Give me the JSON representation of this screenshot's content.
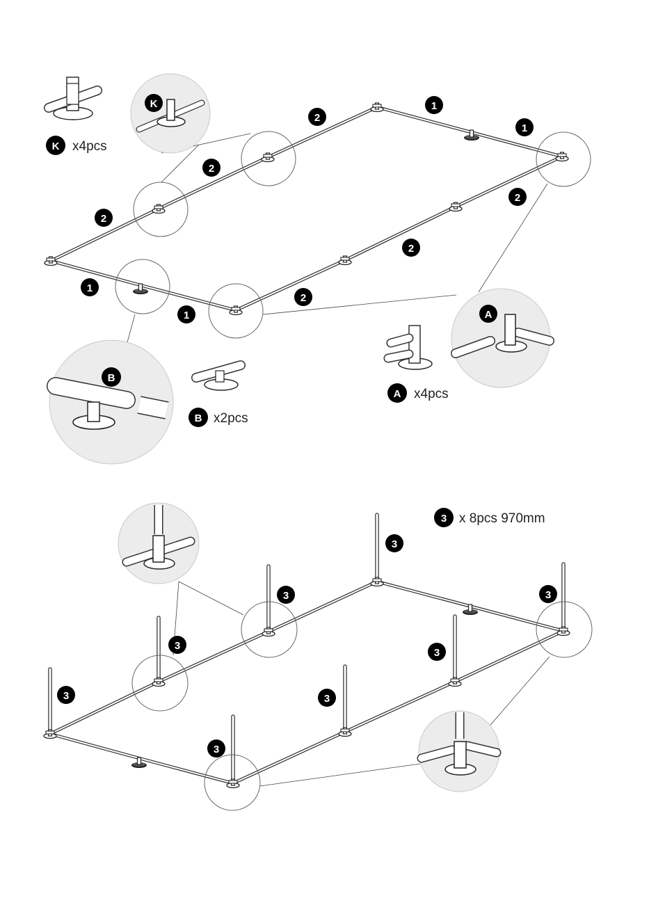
{
  "step1": {
    "part_k": {
      "letter": "K",
      "qty": "x4pcs"
    },
    "part_b": {
      "letter": "B",
      "qty": "x2pcs"
    },
    "part_a": {
      "letter": "A",
      "qty": "x4pcs"
    },
    "pipe_1": "1",
    "pipe_2": "2"
  },
  "step2": {
    "post": "3",
    "legend_qty": "x 8pcs 970mm"
  }
}
